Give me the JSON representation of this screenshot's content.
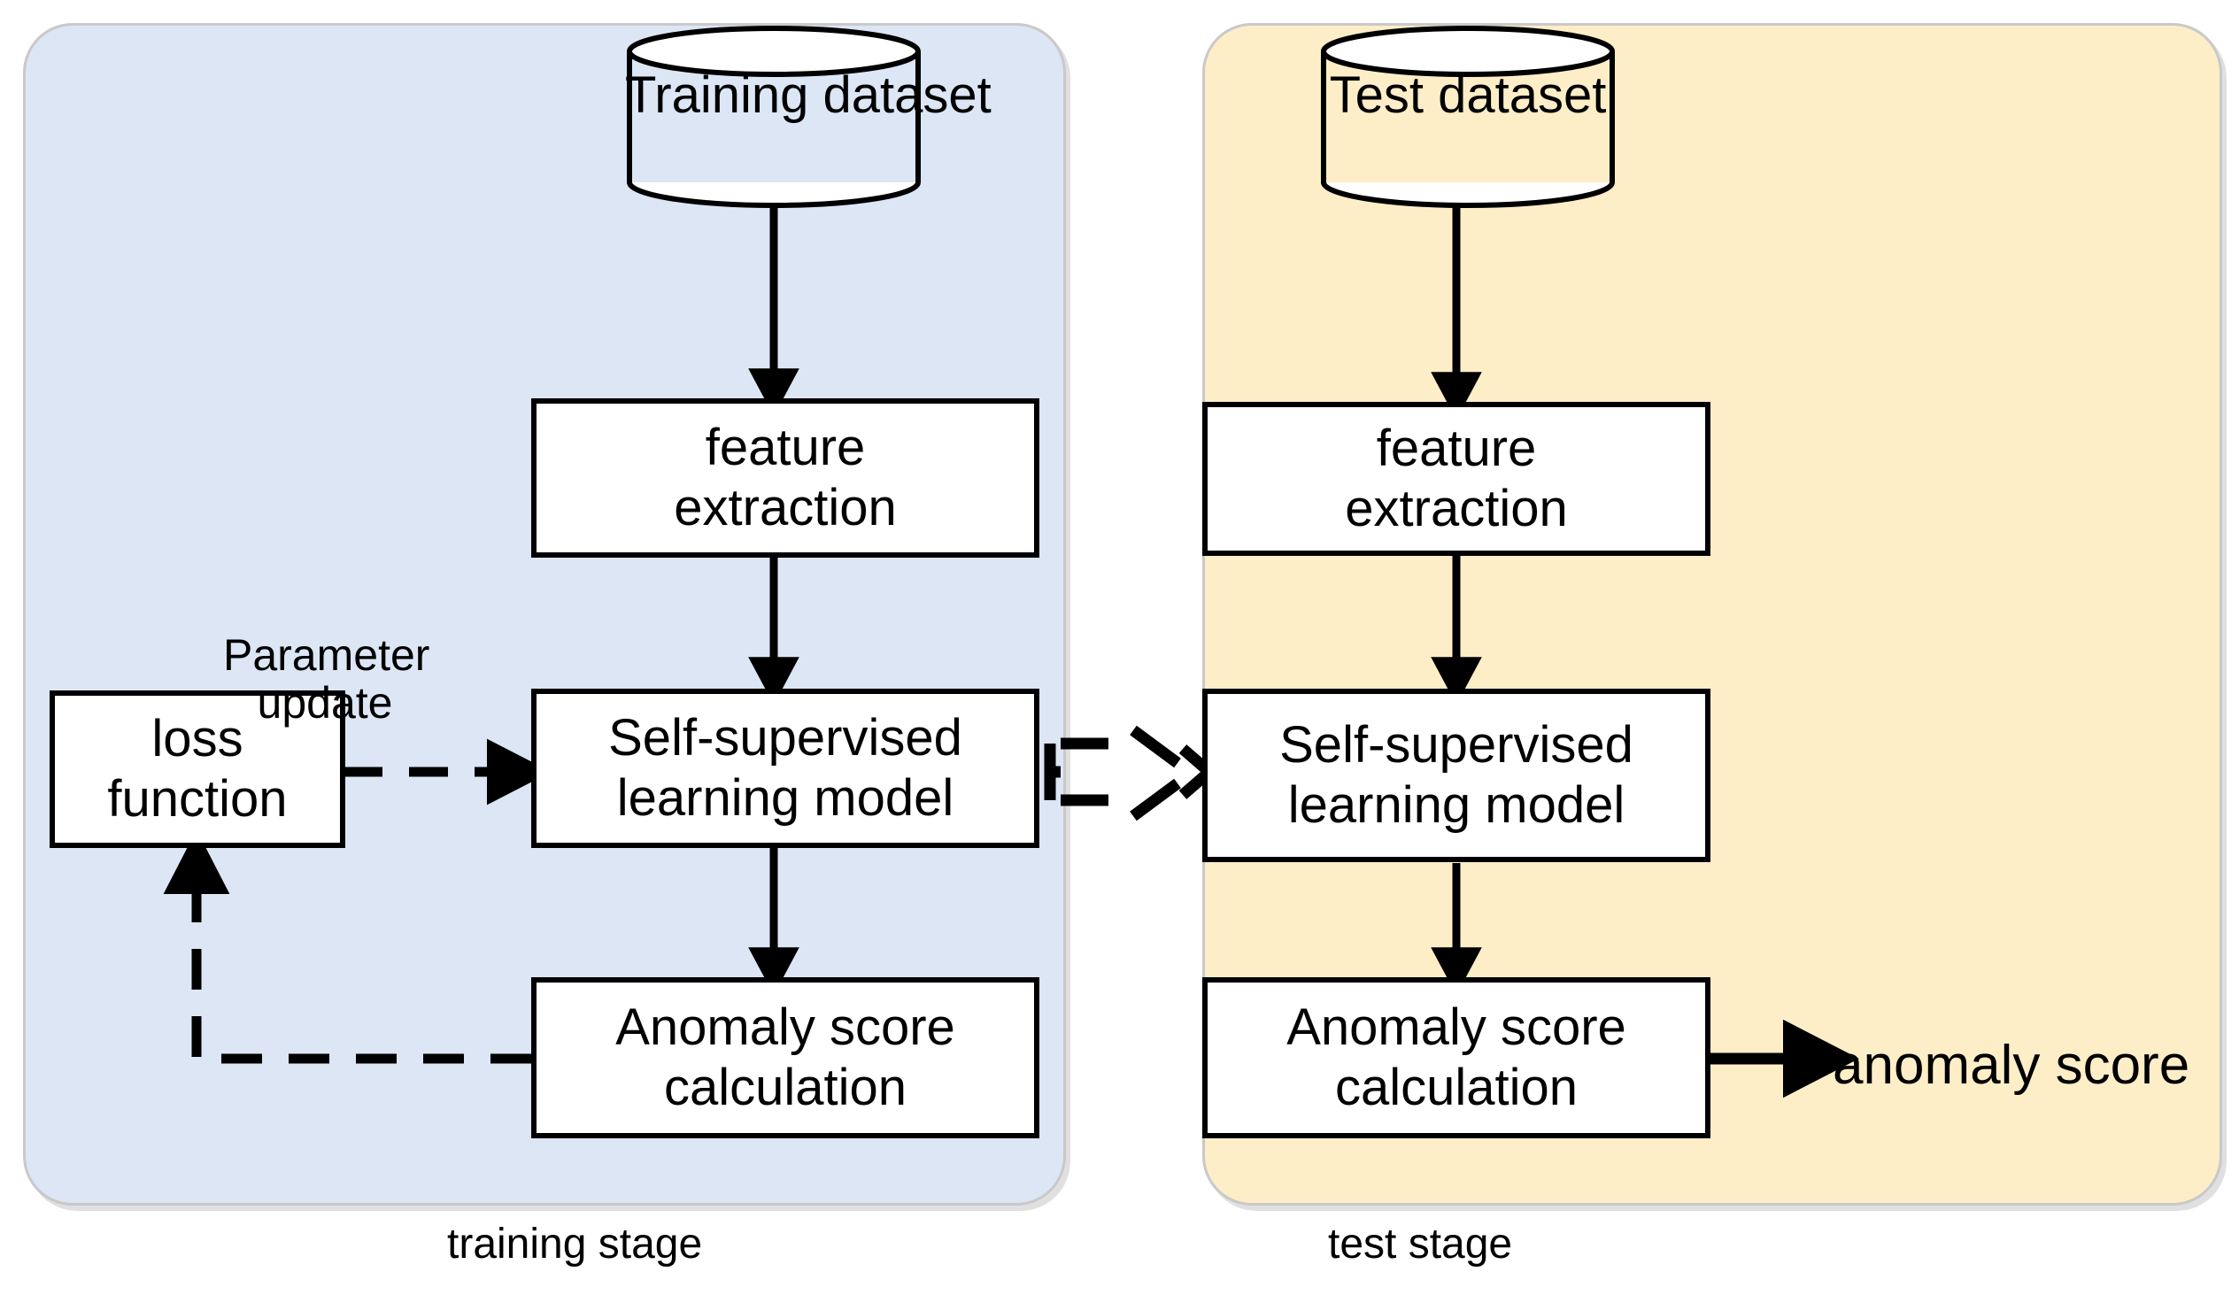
{
  "figure": {
    "kind": "flow-diagram",
    "description": "Two-stage self-supervised anomaly detection pipeline: training stage and test stage"
  },
  "colors": {
    "training_panel_fill": "#dce6f5",
    "test_panel_fill": "#fdeec8",
    "panel_border": "#c9c9c9",
    "box_fill": "#ffffff",
    "box_stroke": "#000000",
    "arrow": "#000000",
    "text": "#000000"
  },
  "training_stage": {
    "caption": "training stage",
    "datastore": {
      "label_line1": "Training",
      "label_line2": "dataset",
      "icon": "cylinder-database-icon"
    },
    "boxes": [
      {
        "id": "feature-extraction",
        "line1": "feature",
        "line2": "extraction"
      },
      {
        "id": "ssl-model",
        "line1": "Self-supervised",
        "line2": "learning model"
      },
      {
        "id": "anomaly-score-calculation",
        "line1": "Anomaly score",
        "line2": "calculation"
      },
      {
        "id": "loss-function",
        "line1": "loss",
        "line2": "function"
      }
    ],
    "edge_labels": {
      "parameter_update_line1": "Parameter",
      "parameter_update_line2": "update"
    },
    "edges": [
      {
        "from": "Training dataset",
        "to": "feature extraction",
        "style": "solid",
        "head": "filled"
      },
      {
        "from": "feature extraction",
        "to": "Self-supervised learning model",
        "style": "solid",
        "head": "filled"
      },
      {
        "from": "Self-supervised learning model",
        "to": "Anomaly score calculation",
        "style": "solid",
        "head": "filled"
      },
      {
        "from": "Anomaly score calculation",
        "to": "loss function",
        "style": "dashed",
        "head": "filled",
        "label": ""
      },
      {
        "from": "loss function",
        "to": "Self-supervised learning model",
        "style": "dashed",
        "head": "filled",
        "label": "Parameter update"
      }
    ]
  },
  "test_stage": {
    "caption": "test stage",
    "datastore": {
      "label_line1": "Test",
      "label_line2": "dataset",
      "icon": "cylinder-database-icon"
    },
    "boxes": [
      {
        "id": "feature-extraction",
        "line1": "feature",
        "line2": "extraction"
      },
      {
        "id": "ssl-model",
        "line1": "Self-supervised",
        "line2": "learning model"
      },
      {
        "id": "anomaly-score-calculation",
        "line1": "Anomaly score",
        "line2": "calculation"
      }
    ],
    "output": {
      "label": "anomaly score"
    },
    "edges": [
      {
        "from": "Test dataset",
        "to": "feature extraction",
        "style": "solid",
        "head": "filled"
      },
      {
        "from": "feature extraction",
        "to": "Self-supervised learning model",
        "style": "solid",
        "head": "filled"
      },
      {
        "from": "Self-supervised learning model",
        "to": "Anomaly score calculation",
        "style": "solid",
        "head": "filled"
      },
      {
        "from": "Anomaly score calculation",
        "to": "anomaly score",
        "style": "solid",
        "head": "filled"
      }
    ]
  },
  "cross_stage_edge": {
    "from": "training Self-supervised learning model",
    "to": "test Self-supervised learning model",
    "style": "dashed",
    "head": "open-chevron",
    "label": ""
  }
}
